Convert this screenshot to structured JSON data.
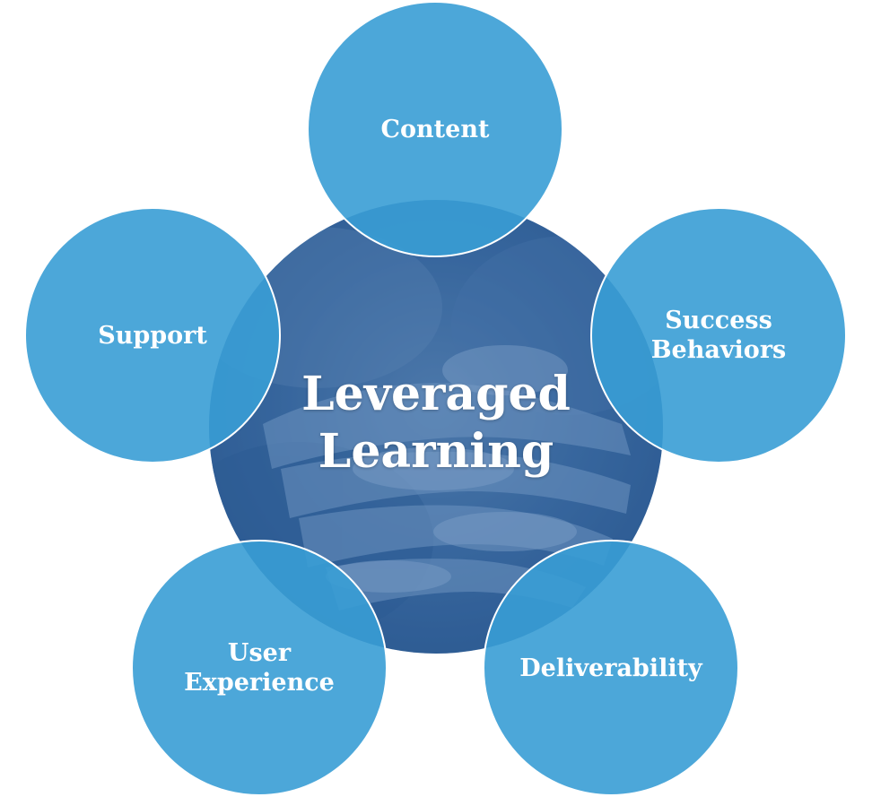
{
  "center": {
    "title_line1": "Leveraged",
    "title_line2": "Learning",
    "image": "stacked-hands-photo"
  },
  "nodes": {
    "content": {
      "line1": "Content"
    },
    "success_behaviors": {
      "line1": "Success",
      "line2": "Behaviors"
    },
    "deliverability": {
      "line1": "Deliverability"
    },
    "user_experience": {
      "line1": "User",
      "line2": "Experience"
    },
    "support": {
      "line1": "Support"
    }
  },
  "colors": {
    "node_fill": "#389dd5",
    "center_tint": "#2f5f98",
    "text": "#ffffff",
    "background": "#ffffff"
  }
}
